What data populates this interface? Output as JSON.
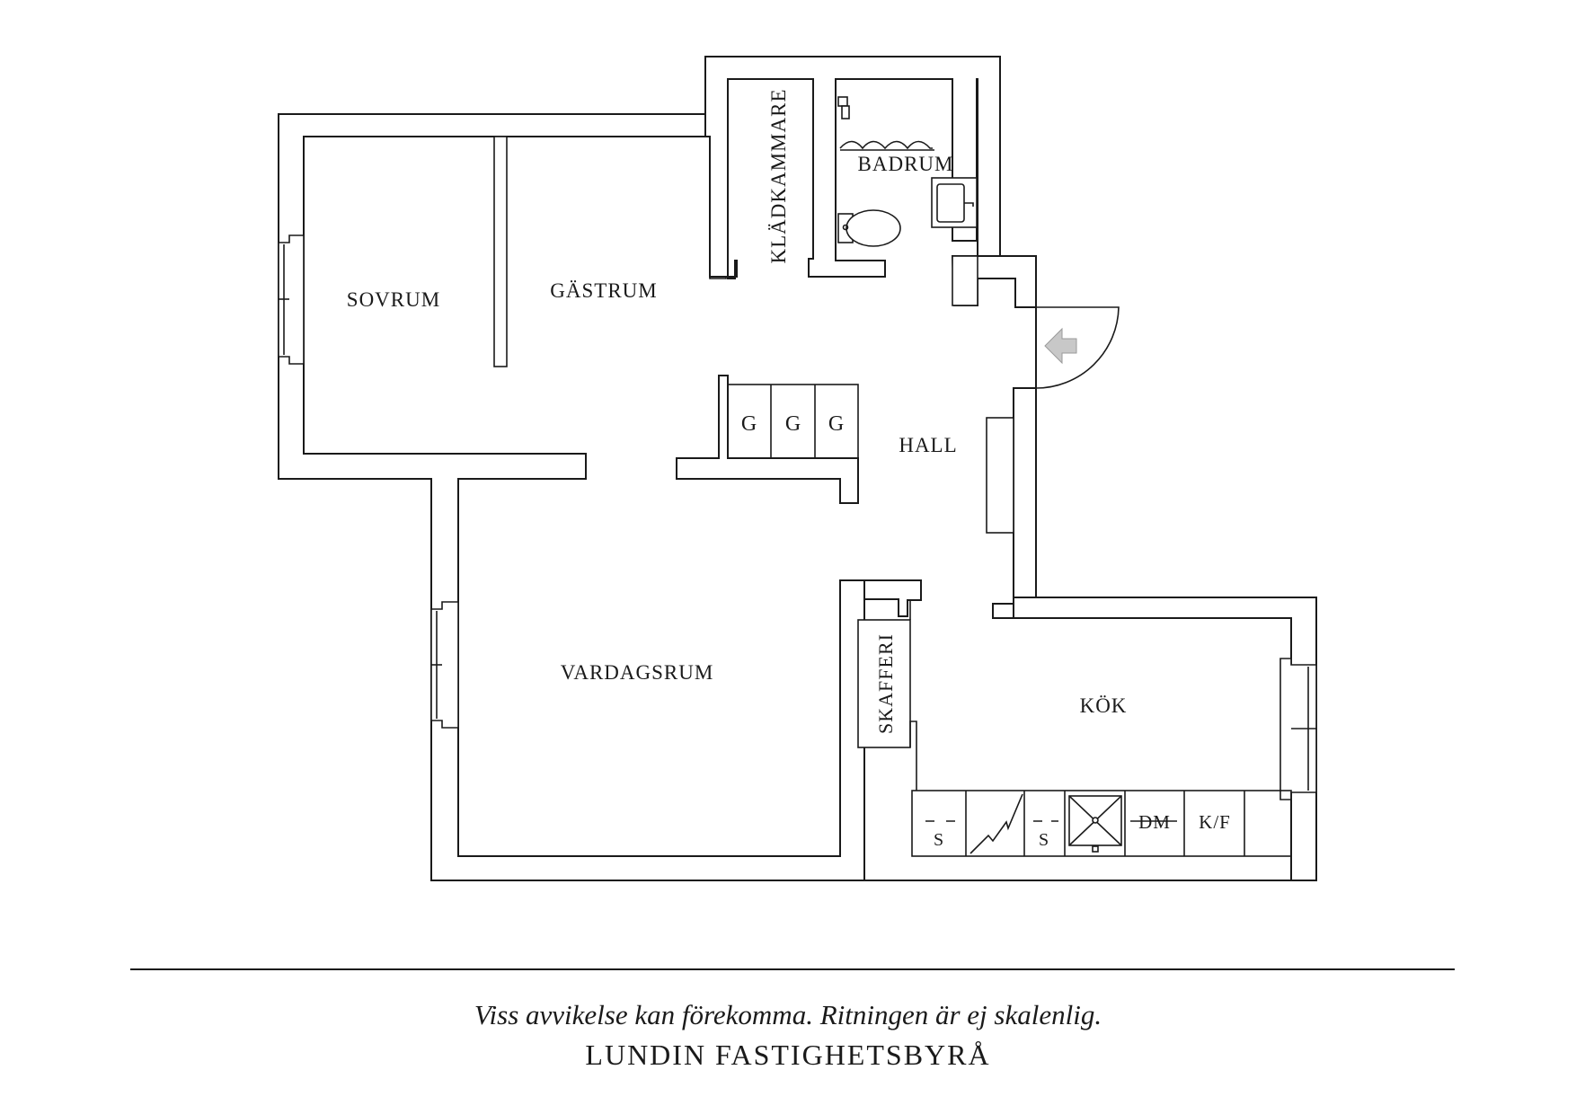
{
  "rooms": {
    "sovrum": "SOVRUM",
    "gastrum": "GÄSTRUM",
    "kladkammare": "KLÄDKAMMARE",
    "badrum": "BADRUM",
    "hall": "HALL",
    "vardagsrum": "VARDAGSRUM",
    "skafferi": "SKAFFERI",
    "kok": "KÖK"
  },
  "wardrobes": [
    "G",
    "G",
    "G"
  ],
  "kitchen_units": {
    "sink_left": "S",
    "sink_right": "S",
    "dishwasher": "DM",
    "fridge_freezer": "K/F"
  },
  "footer": {
    "disclaimer": "Viss avvikelse kan förekomma. Ritningen är ej skalenlig.",
    "brand": "LUNDIN FASTIGHETSBYRÅ"
  },
  "colors": {
    "line": "#1a1a1a",
    "background": "#ffffff",
    "entrance_arrow": "#c8c8c8"
  }
}
